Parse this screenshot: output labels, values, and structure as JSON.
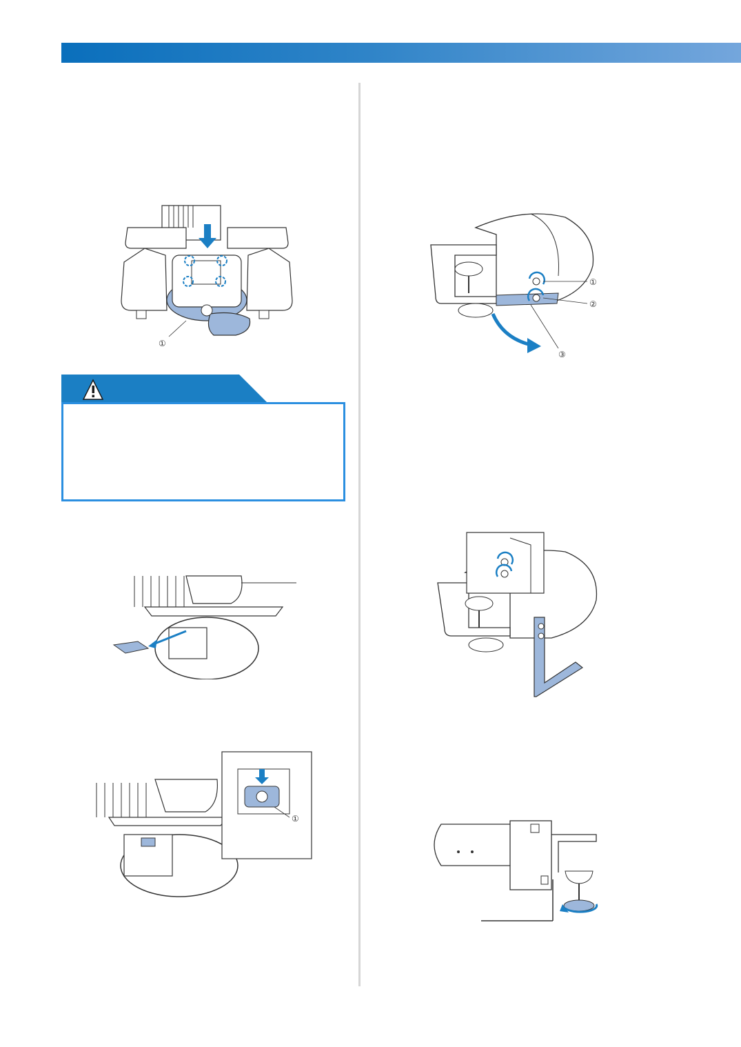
{
  "page": {
    "header_bar_color": "#0a6fbc",
    "accent_blue": "#1b7fc4",
    "part_fill": "#9db7db"
  },
  "figures": {
    "fig_front_install": {
      "callouts": [
        "①"
      ]
    },
    "fig_cap_frame_parts": {
      "callouts": [
        "①",
        "②",
        "③"
      ]
    },
    "fig_needle_plate": {
      "callouts": [
        "①"
      ]
    }
  },
  "warning": {
    "icon": "warning-triangle-icon",
    "body_text": ""
  }
}
